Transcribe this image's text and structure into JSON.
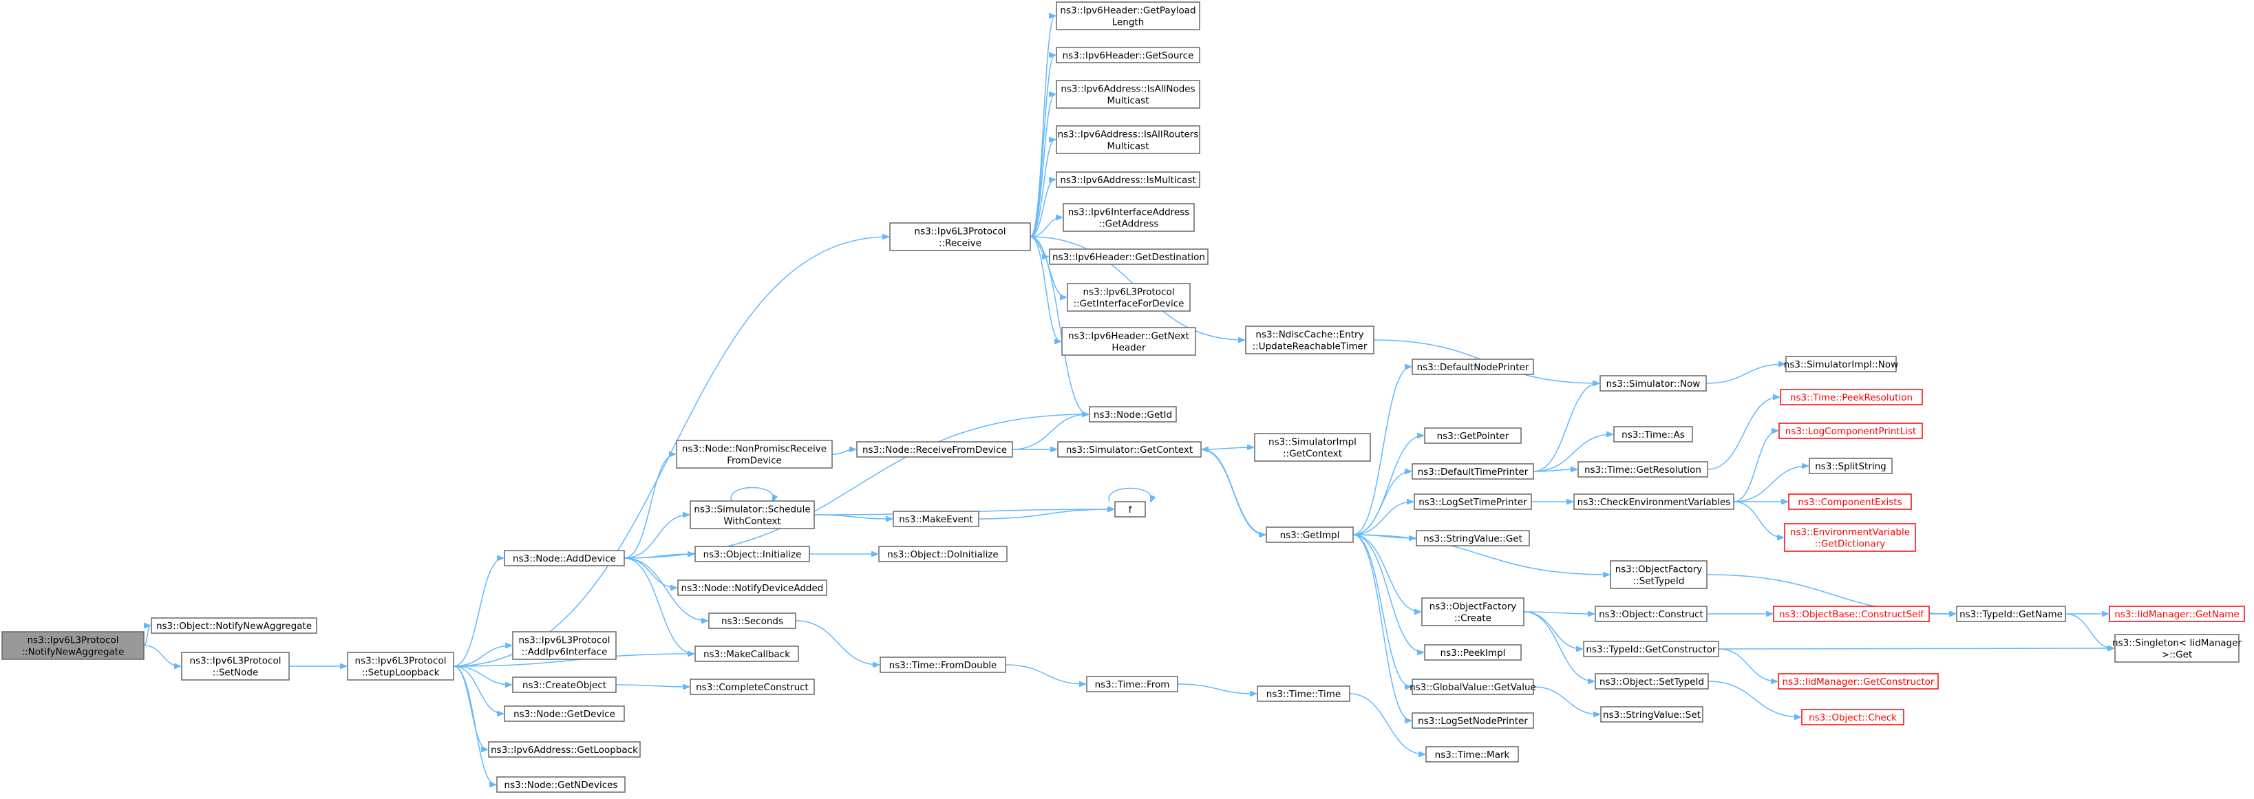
{
  "graph": {
    "nodes": [
      {
        "id": "root",
        "lines": [
          "ns3::Ipv6L3Protocol",
          "::NotifyNewAggregate"
        ],
        "style": "current"
      },
      {
        "id": "notifyAgg",
        "lines": [
          "ns3::Object::NotifyNewAggregate"
        ]
      },
      {
        "id": "setNode",
        "lines": [
          "ns3::Ipv6L3Protocol",
          "::SetNode"
        ]
      },
      {
        "id": "setupLoop",
        "lines": [
          "ns3::Ipv6L3Protocol",
          "::SetupLoopback"
        ]
      },
      {
        "id": "receive",
        "lines": [
          "ns3::Ipv6L3Protocol",
          "::Receive"
        ]
      },
      {
        "id": "addDevice",
        "lines": [
          "ns3::Node::AddDevice"
        ]
      },
      {
        "id": "addIpv6If",
        "lines": [
          "ns3::Ipv6L3Protocol",
          "::AddIpv6Interface"
        ]
      },
      {
        "id": "createObj",
        "lines": [
          "ns3::CreateObject"
        ]
      },
      {
        "id": "getDevice",
        "lines": [
          "ns3::Node::GetDevice"
        ]
      },
      {
        "id": "getLoopback",
        "lines": [
          "ns3::Ipv6Address::GetLoopback"
        ]
      },
      {
        "id": "getNDevices",
        "lines": [
          "ns3::Node::GetNDevices"
        ]
      },
      {
        "id": "makeCallback",
        "lines": [
          "ns3::MakeCallback"
        ]
      },
      {
        "id": "nonPromisc",
        "lines": [
          "ns3::Node::NonPromiscReceive",
          "FromDevice"
        ]
      },
      {
        "id": "schedCtx",
        "lines": [
          "ns3::Simulator::Schedule",
          "WithContext"
        ]
      },
      {
        "id": "objInit",
        "lines": [
          "ns3::Object::Initialize"
        ]
      },
      {
        "id": "notifyDevAdded",
        "lines": [
          "ns3::Node::NotifyDeviceAdded"
        ]
      },
      {
        "id": "seconds",
        "lines": [
          "ns3::Seconds"
        ]
      },
      {
        "id": "completeConstruct",
        "lines": [
          "ns3::CompleteConstruct"
        ]
      },
      {
        "id": "getPayloadLen",
        "lines": [
          "ns3::Ipv6Header::GetPayload",
          "Length"
        ]
      },
      {
        "id": "getSource",
        "lines": [
          "ns3::Ipv6Header::GetSource"
        ]
      },
      {
        "id": "isAllNodes",
        "lines": [
          "ns3::Ipv6Address::IsAllNodes",
          "Multicast"
        ]
      },
      {
        "id": "isAllRouters",
        "lines": [
          "ns3::Ipv6Address::IsAllRouters",
          "Multicast"
        ]
      },
      {
        "id": "isMulticast",
        "lines": [
          "ns3::Ipv6Address::IsMulticast"
        ]
      },
      {
        "id": "ifaceGetAddr",
        "lines": [
          "ns3::Ipv6InterfaceAddress",
          "::GetAddress"
        ]
      },
      {
        "id": "getDest",
        "lines": [
          "ns3::Ipv6Header::GetDestination"
        ]
      },
      {
        "id": "getIfForDev",
        "lines": [
          "ns3::Ipv6L3Protocol",
          "::GetInterfaceForDevice"
        ]
      },
      {
        "id": "getNextHdr",
        "lines": [
          "ns3::Ipv6Header::GetNext",
          "Header"
        ]
      },
      {
        "id": "nodeGetId",
        "lines": [
          "ns3::Node::GetId"
        ]
      },
      {
        "id": "recvFromDev",
        "lines": [
          "ns3::Node::ReceiveFromDevice"
        ]
      },
      {
        "id": "makeEvent",
        "lines": [
          "ns3::MakeEvent"
        ]
      },
      {
        "id": "f",
        "lines": [
          "f"
        ]
      },
      {
        "id": "doInit",
        "lines": [
          "ns3::Object::DoInitialize"
        ]
      },
      {
        "id": "fromDouble",
        "lines": [
          "ns3::Time::FromDouble"
        ]
      },
      {
        "id": "timeFrom",
        "lines": [
          "ns3::Time::From"
        ]
      },
      {
        "id": "timeTime",
        "lines": [
          "ns3::Time::Time"
        ]
      },
      {
        "id": "timeMark",
        "lines": [
          "ns3::Time::Mark"
        ]
      },
      {
        "id": "ndiscEntry",
        "lines": [
          "ns3::NdiscCache::Entry",
          "::UpdateReachableTimer"
        ]
      },
      {
        "id": "simGetCtx",
        "lines": [
          "ns3::Simulator::GetContext"
        ]
      },
      {
        "id": "simImplGetCtx",
        "lines": [
          "ns3::SimulatorImpl",
          "::GetContext"
        ]
      },
      {
        "id": "getImpl",
        "lines": [
          "ns3::GetImpl"
        ]
      },
      {
        "id": "defNodePrinter",
        "lines": [
          "ns3::DefaultNodePrinter"
        ]
      },
      {
        "id": "getPointer",
        "lines": [
          "ns3::GetPointer"
        ]
      },
      {
        "id": "defTimePrinter",
        "lines": [
          "ns3::DefaultTimePrinter"
        ]
      },
      {
        "id": "logSetTimePrinter",
        "lines": [
          "ns3::LogSetTimePrinter"
        ]
      },
      {
        "id": "stringValueGet",
        "lines": [
          "ns3::StringValue::Get"
        ]
      },
      {
        "id": "objFactCreate",
        "lines": [
          "ns3::ObjectFactory",
          "::Create"
        ]
      },
      {
        "id": "peekImpl",
        "lines": [
          "ns3::PeekImpl"
        ]
      },
      {
        "id": "gvGetValue",
        "lines": [
          "ns3::GlobalValue::GetValue"
        ]
      },
      {
        "id": "logSetNodePrinter",
        "lines": [
          "ns3::LogSetNodePrinter"
        ]
      },
      {
        "id": "simNow",
        "lines": [
          "ns3::Simulator::Now"
        ]
      },
      {
        "id": "timeAs",
        "lines": [
          "ns3::Time::As"
        ]
      },
      {
        "id": "timeGetRes",
        "lines": [
          "ns3::Time::GetResolution"
        ]
      },
      {
        "id": "checkEnvVars",
        "lines": [
          "ns3::CheckEnvironmentVariables"
        ]
      },
      {
        "id": "ofSetTypeId",
        "lines": [
          "ns3::ObjectFactory",
          "::SetTypeId"
        ]
      },
      {
        "id": "objConstruct",
        "lines": [
          "ns3::Object::Construct"
        ]
      },
      {
        "id": "typeIdGetCtor",
        "lines": [
          "ns3::TypeId::GetConstructor"
        ]
      },
      {
        "id": "objSetTypeId",
        "lines": [
          "ns3::Object::SetTypeId"
        ]
      },
      {
        "id": "strValSet",
        "lines": [
          "ns3::StringValue::Set"
        ]
      },
      {
        "id": "simImplNow",
        "lines": [
          "ns3::SimulatorImpl::Now"
        ]
      },
      {
        "id": "peekRes",
        "lines": [
          "ns3::Time::PeekResolution"
        ],
        "style": "red"
      },
      {
        "id": "logCompPrint",
        "lines": [
          "ns3::LogComponentPrintList"
        ],
        "style": "red"
      },
      {
        "id": "splitString",
        "lines": [
          "ns3::SplitString"
        ]
      },
      {
        "id": "compExists",
        "lines": [
          "ns3::ComponentExists"
        ],
        "style": "red"
      },
      {
        "id": "envGetDict",
        "lines": [
          "ns3::EnvironmentVariable",
          "::GetDictionary"
        ],
        "style": "red"
      },
      {
        "id": "objBaseCS",
        "lines": [
          "ns3::ObjectBase::ConstructSelf"
        ],
        "style": "red"
      },
      {
        "id": "typeIdGetName",
        "lines": [
          "ns3::TypeId::GetName"
        ]
      },
      {
        "id": "iidGetName",
        "lines": [
          "ns3::IidManager::GetName"
        ],
        "style": "red"
      },
      {
        "id": "singletonGet",
        "lines": [
          "ns3::Singleton< IidManager",
          " >::Get"
        ]
      },
      {
        "id": "iidGetCtor",
        "lines": [
          "ns3::IidManager::GetConstructor"
        ],
        "style": "red"
      },
      {
        "id": "objCheck",
        "lines": [
          "ns3::Object::Check"
        ],
        "style": "red"
      }
    ],
    "edges": [
      [
        "root",
        "notifyAgg"
      ],
      [
        "root",
        "setNode"
      ],
      [
        "setNode",
        "setupLoop"
      ],
      [
        "setupLoop",
        "receive"
      ],
      [
        "setupLoop",
        "addDevice"
      ],
      [
        "setupLoop",
        "addIpv6If"
      ],
      [
        "setupLoop",
        "createObj"
      ],
      [
        "setupLoop",
        "getDevice"
      ],
      [
        "setupLoop",
        "getLoopback"
      ],
      [
        "setupLoop",
        "getNDevices"
      ],
      [
        "setupLoop",
        "makeCallback"
      ],
      [
        "receive",
        "getPayloadLen"
      ],
      [
        "receive",
        "getSource"
      ],
      [
        "receive",
        "isAllNodes"
      ],
      [
        "receive",
        "isAllRouters"
      ],
      [
        "receive",
        "isMulticast"
      ],
      [
        "receive",
        "ifaceGetAddr"
      ],
      [
        "receive",
        "getDest"
      ],
      [
        "receive",
        "getIfForDev"
      ],
      [
        "receive",
        "getNextHdr"
      ],
      [
        "receive",
        "ndiscEntry"
      ],
      [
        "receive",
        "nodeGetId"
      ],
      [
        "addDevice",
        "nodeGetId"
      ],
      [
        "addDevice",
        "nonPromisc"
      ],
      [
        "addDevice",
        "schedCtx"
      ],
      [
        "addDevice",
        "objInit"
      ],
      [
        "addDevice",
        "notifyDevAdded"
      ],
      [
        "addDevice",
        "seconds"
      ],
      [
        "addDevice",
        "makeCallback"
      ],
      [
        "createObj",
        "completeConstruct"
      ],
      [
        "nonPromisc",
        "recvFromDev"
      ],
      [
        "recvFromDev",
        "nodeGetId"
      ],
      [
        "recvFromDev",
        "simGetCtx"
      ],
      [
        "schedCtx",
        "makeEvent"
      ],
      [
        "schedCtx",
        "f"
      ],
      [
        "schedCtx",
        "schedCtx"
      ],
      [
        "makeEvent",
        "f"
      ],
      [
        "f",
        "f"
      ],
      [
        "objInit",
        "doInit"
      ],
      [
        "seconds",
        "fromDouble"
      ],
      [
        "fromDouble",
        "timeFrom"
      ],
      [
        "timeFrom",
        "timeTime"
      ],
      [
        "timeTime",
        "timeMark"
      ],
      [
        "ndiscEntry",
        "simNow"
      ],
      [
        "simGetCtx",
        "simImplGetCtx"
      ],
      [
        "simGetCtx",
        "getImpl"
      ],
      [
        "getImpl",
        "defNodePrinter"
      ],
      [
        "getImpl",
        "getPointer"
      ],
      [
        "getImpl",
        "defTimePrinter"
      ],
      [
        "getImpl",
        "logSetTimePrinter"
      ],
      [
        "getImpl",
        "stringValueGet"
      ],
      [
        "getImpl",
        "ofSetTypeId"
      ],
      [
        "getImpl",
        "objFactCreate"
      ],
      [
        "getImpl",
        "peekImpl"
      ],
      [
        "getImpl",
        "gvGetValue"
      ],
      [
        "getImpl",
        "logSetNodePrinter"
      ],
      [
        "getImpl",
        "simGetCtx"
      ],
      [
        "defTimePrinter",
        "simNow"
      ],
      [
        "defTimePrinter",
        "timeAs"
      ],
      [
        "defTimePrinter",
        "timeGetRes"
      ],
      [
        "logSetTimePrinter",
        "checkEnvVars"
      ],
      [
        "simNow",
        "simImplNow"
      ],
      [
        "timeGetRes",
        "peekRes"
      ],
      [
        "checkEnvVars",
        "logCompPrint"
      ],
      [
        "checkEnvVars",
        "splitString"
      ],
      [
        "checkEnvVars",
        "compExists"
      ],
      [
        "checkEnvVars",
        "envGetDict"
      ],
      [
        "ofSetTypeId",
        "typeIdGetName"
      ],
      [
        "objFactCreate",
        "objConstruct"
      ],
      [
        "objFactCreate",
        "typeIdGetCtor"
      ],
      [
        "objFactCreate",
        "objSetTypeId"
      ],
      [
        "objConstruct",
        "objBaseCS"
      ],
      [
        "objBaseCS",
        "typeIdGetName"
      ],
      [
        "typeIdGetName",
        "iidGetName"
      ],
      [
        "typeIdGetName",
        "singletonGet"
      ],
      [
        "typeIdGetCtor",
        "iidGetCtor"
      ],
      [
        "typeIdGetCtor",
        "singletonGet"
      ],
      [
        "objSetTypeId",
        "objCheck"
      ],
      [
        "gvGetValue",
        "strValSet"
      ]
    ]
  }
}
